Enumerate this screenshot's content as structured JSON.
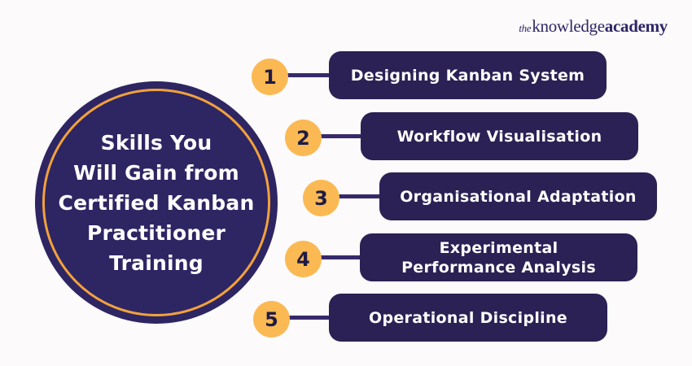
{
  "page": {
    "background": "#FCFAFA"
  },
  "logo": {
    "the": "the",
    "knowledge": "knowledge",
    "academy": "academy",
    "color": "#2E2566"
  },
  "center_circle": {
    "title": "Skills You\nWill Gain from\nCertified Kanban\nPractitioner\nTraining",
    "fill": "#2E2563",
    "ring_color": "#F1A23D",
    "text_color": "#FFFFFF"
  },
  "items": [
    {
      "number": "1",
      "label": "Designing Kanban System"
    },
    {
      "number": "2",
      "label": "Workflow Visualisation"
    },
    {
      "number": "3",
      "label": "Organisational Adaptation"
    },
    {
      "number": "4",
      "label": "Experimental\nPerformance Analysis"
    },
    {
      "number": "5",
      "label": "Operational Discipline"
    }
  ],
  "colors": {
    "bar_fill": "#2B2154",
    "number_circle_fill": "#FBB954",
    "number_text": "#1F1B47",
    "connector": "#37296B"
  }
}
